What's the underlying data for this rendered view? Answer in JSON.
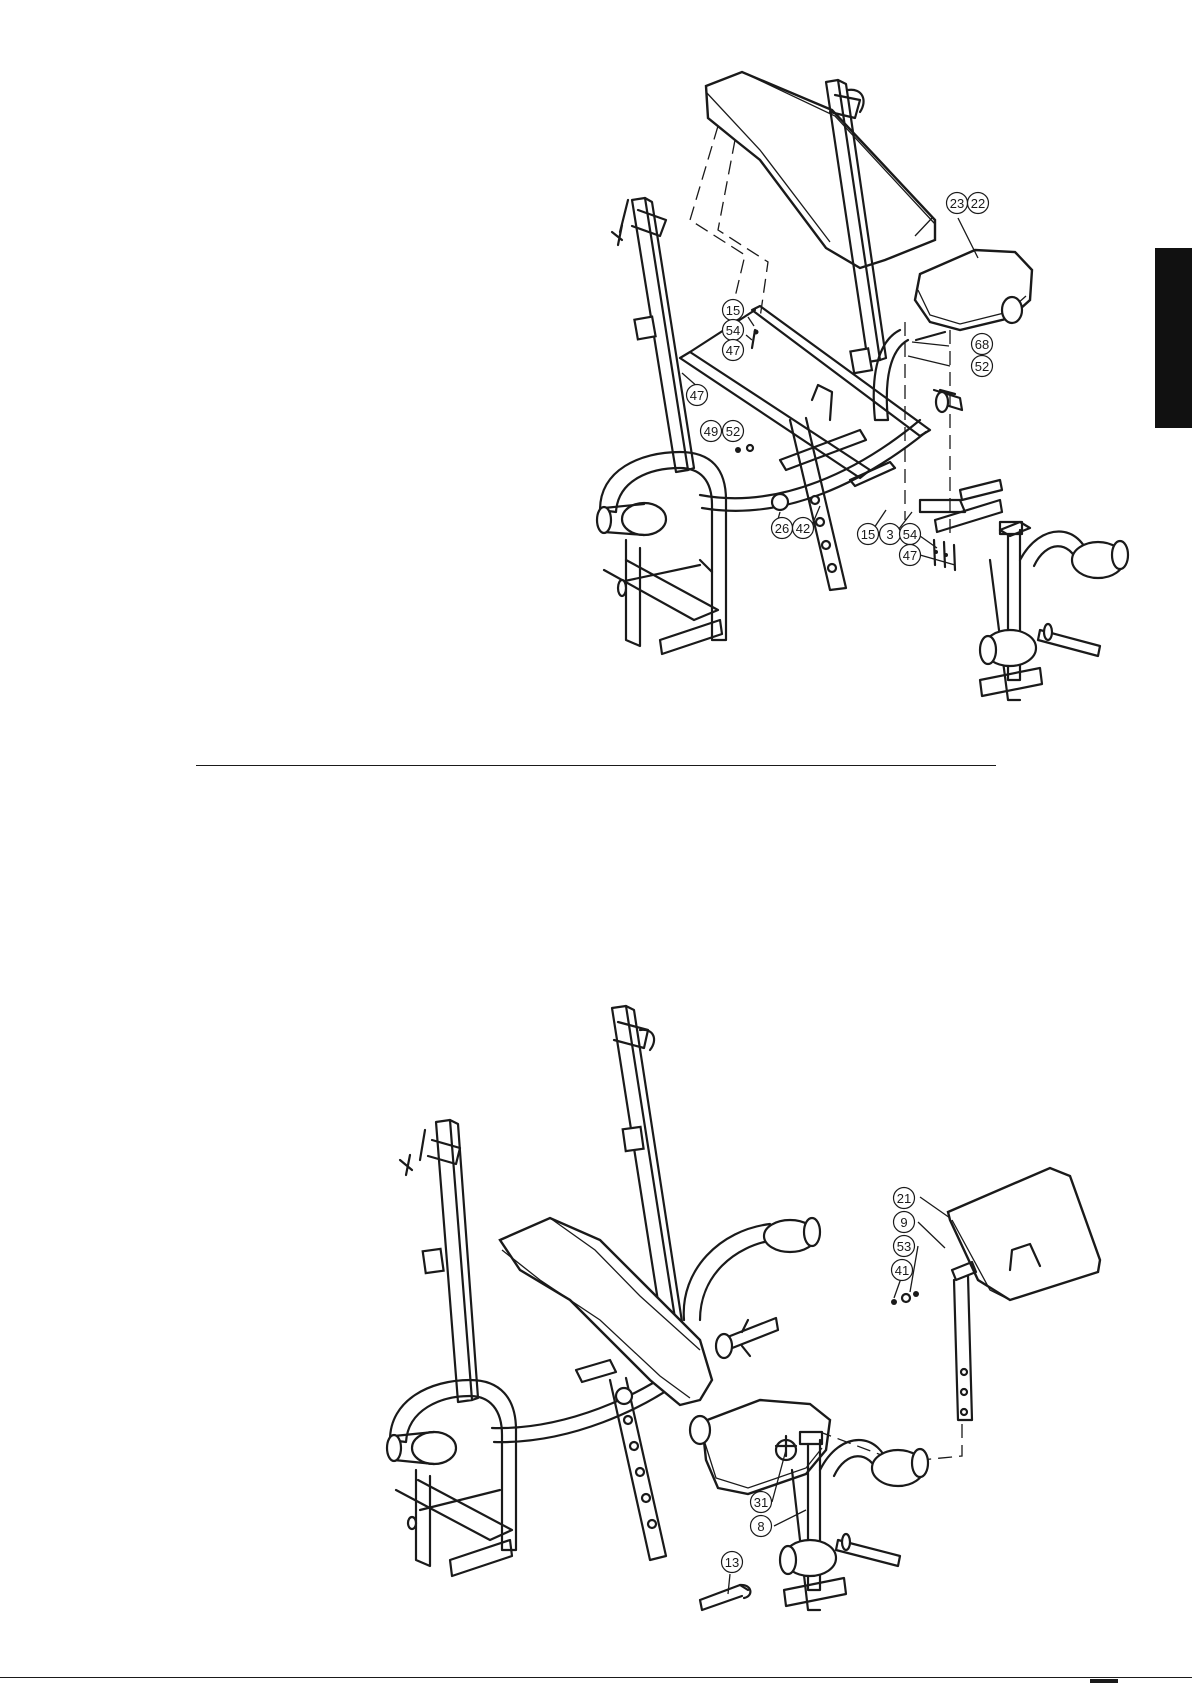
{
  "page": {
    "side_tab_color": "#111111"
  },
  "figure_top": {
    "callouts": [
      {
        "id": "c23",
        "label": "23"
      },
      {
        "id": "c22",
        "label": "22"
      },
      {
        "id": "c15a",
        "label": "15"
      },
      {
        "id": "c54a",
        "label": "54"
      },
      {
        "id": "c47a",
        "label": "47"
      },
      {
        "id": "c68",
        "label": "68"
      },
      {
        "id": "c52a",
        "label": "52"
      },
      {
        "id": "c47b",
        "label": "47"
      },
      {
        "id": "c49",
        "label": "49"
      },
      {
        "id": "c52b",
        "label": "52"
      },
      {
        "id": "c26",
        "label": "26"
      },
      {
        "id": "c42",
        "label": "42"
      },
      {
        "id": "c15b",
        "label": "15"
      },
      {
        "id": "c3",
        "label": "3"
      },
      {
        "id": "c54b",
        "label": "54"
      },
      {
        "id": "c47c",
        "label": "47"
      }
    ]
  },
  "figure_bottom": {
    "callouts": [
      {
        "id": "d21",
        "label": "21"
      },
      {
        "id": "d9",
        "label": "9"
      },
      {
        "id": "d53",
        "label": "53"
      },
      {
        "id": "d41",
        "label": "41"
      },
      {
        "id": "d31",
        "label": "31"
      },
      {
        "id": "d8",
        "label": "8"
      },
      {
        "id": "d13",
        "label": "13"
      }
    ]
  }
}
